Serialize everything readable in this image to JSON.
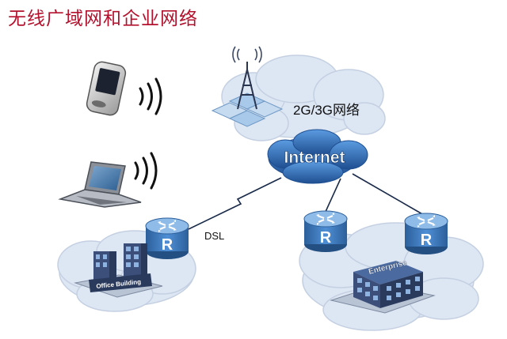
{
  "title": "无线广域网和企业网络",
  "labels": {
    "mobile_network": "2G/3G网络",
    "internet": "Internet",
    "dsl": "DSL",
    "router_mark": "R",
    "office_building": "Office Building",
    "enterprise": "Enterprise"
  },
  "colors": {
    "title": "#b3122e",
    "cloud_fill": "#dde6f3",
    "cloud_stroke": "#c4d0e2",
    "internet_cloud": "#2f6fb5",
    "router": "#3f7fc4",
    "link": "#1a2a4a"
  },
  "icons": [
    "smartphone-icon",
    "wireless-signal-icon",
    "laptop-icon",
    "cell-tower-icon",
    "router-icon",
    "office-building-icon",
    "enterprise-building-icon"
  ]
}
